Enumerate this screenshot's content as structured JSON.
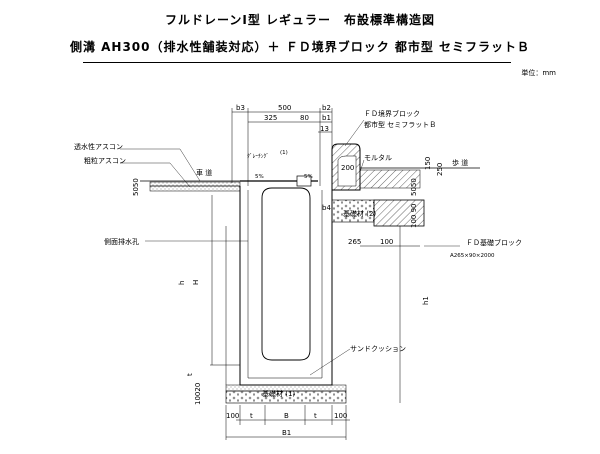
{
  "title": "フルドレーンⅠ型 レギュラー　布設標準構造図",
  "subtitle": "側溝 AH300（排水性舗装対応）＋ ＦＤ境界ブロック 都市型 セミフラットＢ",
  "unit_label": "単位：mm",
  "labels": {
    "permeable_asphalt": "透水性アスコン",
    "coarse_asphalt": "粗粒アスコン",
    "roadway": "車 道",
    "grating": "ｸﾞﾚｰﾁﾝｸﾞ",
    "grating_note": "(1)",
    "side_drain_hole": "側面排水孔",
    "fd_boundary_block": "ＦＤ境界ブロック",
    "urban_semiflat": "都市型 セミフラットＢ",
    "mortar": "モルタル",
    "sidewalk": "歩 道",
    "base_material_2": "基礎材 (2)",
    "fd_foundation_block": "ＦＤ基礎ブロック",
    "fd_foundation_size": "A265×90×2000",
    "sand_cushion": "サンドクッション",
    "base_material_1": "基礎材 (1)"
  },
  "dimensions": {
    "b3": "b3",
    "d500": "500",
    "b2": "b2",
    "d325": "325",
    "d80": "80",
    "b1": "b1",
    "d13": "13",
    "slope_left": "5%",
    "slope_right": "5%",
    "d200": "200",
    "d50_50_left": "5050",
    "d150": "150",
    "d250": "250",
    "d50_50_right": "5050",
    "b4": "b4",
    "d100_90": "100 90",
    "d265": "265",
    "d100_mid": "100",
    "h": "h",
    "H": "H",
    "t": "t",
    "h1": "h1",
    "d100_20": "10020",
    "bot_100_left": "100",
    "bot_t_left": "t",
    "bot_B": "B",
    "bot_t_right": "t",
    "bot_100_right": "100",
    "bot_B1": "B1"
  }
}
